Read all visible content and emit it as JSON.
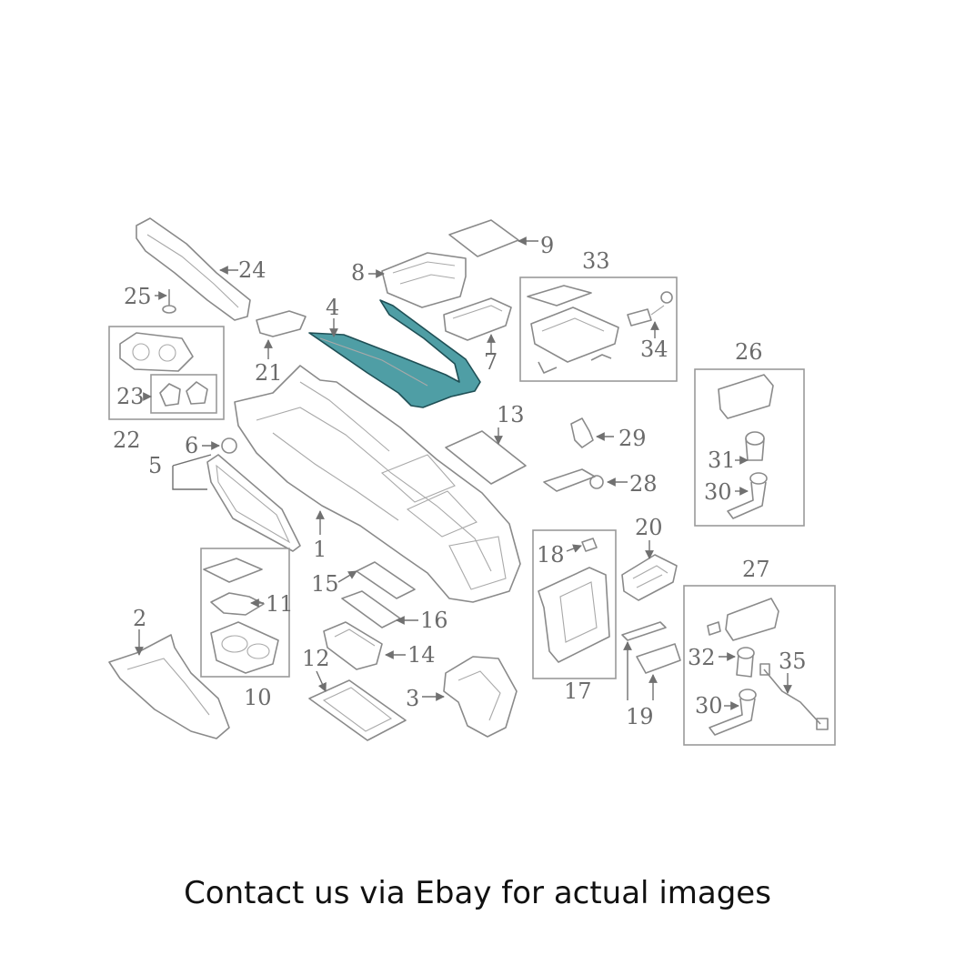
{
  "caption": "Contact us via Ebay for actual images",
  "highlight_color": "#4f9ea5",
  "callouts": {
    "c1": "1",
    "c2": "2",
    "c3": "3",
    "c4": "4",
    "c5": "5",
    "c6": "6",
    "c7": "7",
    "c8": "8",
    "c9": "9",
    "c10": "10",
    "c11": "11",
    "c12": "12",
    "c13": "13",
    "c14": "14",
    "c15": "15",
    "c16": "16",
    "c17": "17",
    "c18": "18",
    "c19": "19",
    "c20": "20",
    "c21": "21",
    "c22": "22",
    "c23": "23",
    "c24": "24",
    "c25": "25",
    "c26": "26",
    "c27": "27",
    "c28": "28",
    "c29": "29",
    "c30a": "30",
    "c30b": "30",
    "c31": "31",
    "c32": "32",
    "c33": "33",
    "c34": "34",
    "c35": "35"
  }
}
